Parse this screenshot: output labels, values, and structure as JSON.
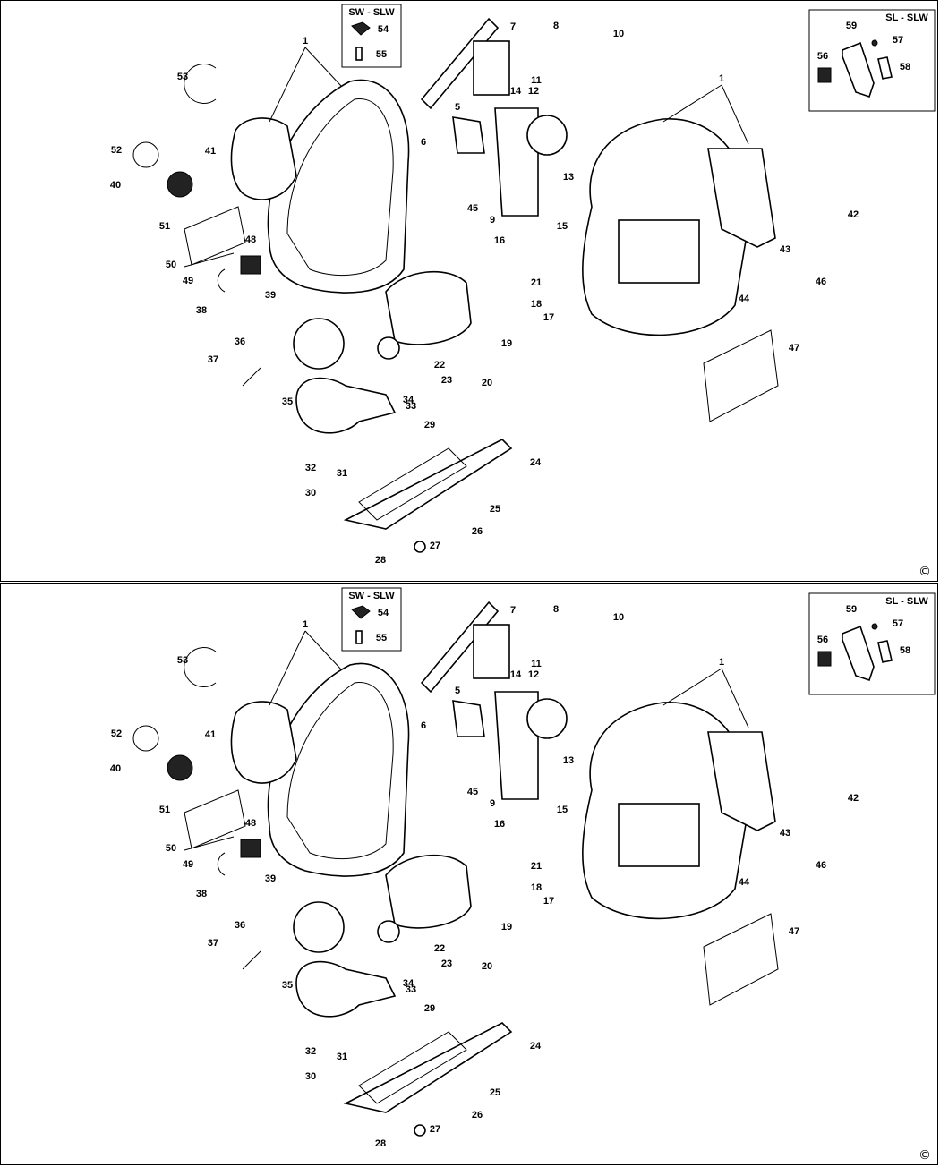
{
  "box_left_title": "SW - SLW",
  "box_right_title": "SL - SLW",
  "copyright": "©",
  "callouts": [
    "1",
    "1",
    "5",
    "6",
    "7",
    "8",
    "9",
    "10",
    "11",
    "12",
    "13",
    "14",
    "15",
    "16",
    "17",
    "18",
    "19",
    "20",
    "21",
    "22",
    "23",
    "24",
    "25",
    "26",
    "27",
    "28",
    "29",
    "30",
    "31",
    "32",
    "33",
    "34",
    "35",
    "36",
    "37",
    "38",
    "39",
    "40",
    "41",
    "42",
    "43",
    "44",
    "45",
    "46",
    "47",
    "48",
    "49",
    "50",
    "51",
    "52",
    "53",
    "54",
    "55",
    "56",
    "57",
    "58",
    "59"
  ]
}
